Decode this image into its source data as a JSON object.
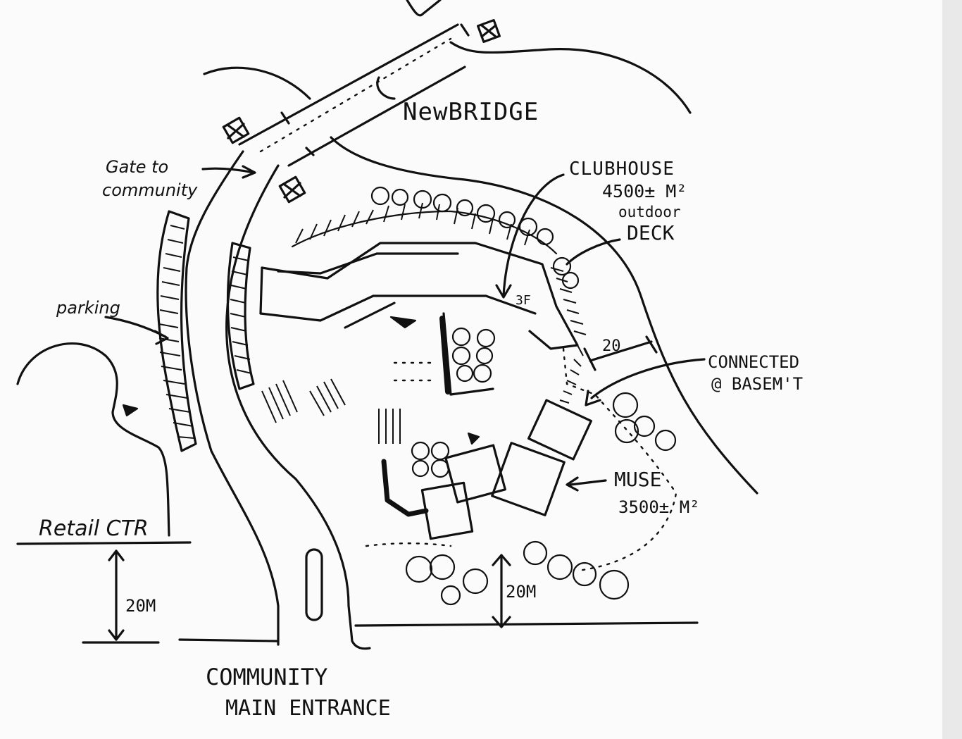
{
  "labels": {
    "new_bridge": "NewBRIDGE",
    "gate_line1": "Gate to",
    "gate_line2": "community",
    "clubhouse": "CLUBHOUSE",
    "clubhouse_area": "4500± M²",
    "outdoor": "outdoor",
    "deck": "DECK",
    "floors": "3F",
    "parking": "parking",
    "dim_20_top": "20",
    "connected_line1": "CONNECTED",
    "connected_line2": "@ BASEM'T",
    "muse": "MUSE",
    "muse_area": "3500± M²",
    "retail": "Retail CTR",
    "dim_20m_left": "20M",
    "dim_20m_right": "20M",
    "entrance_line1": "COMMUNITY",
    "entrance_line2": "MAIN ENTRANCE"
  }
}
